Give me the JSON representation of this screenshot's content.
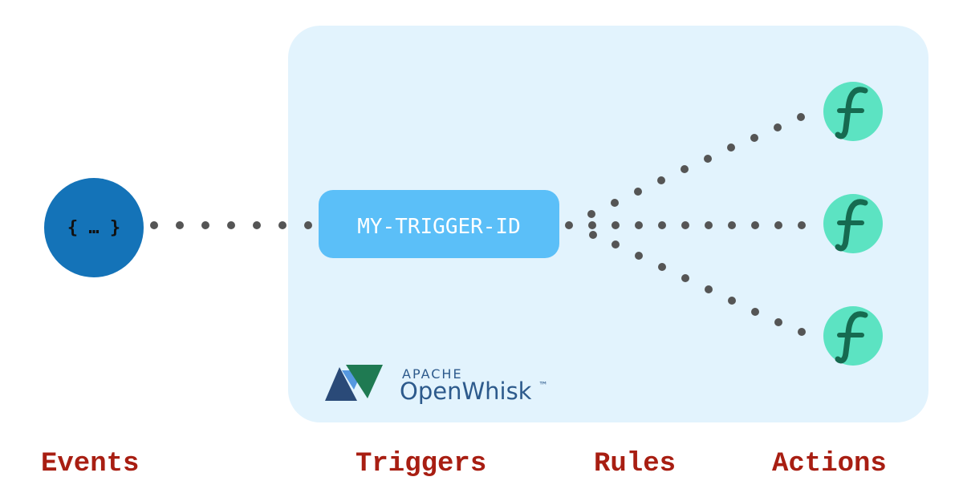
{
  "diagram": {
    "event_node": {
      "text": "{ … }"
    },
    "trigger_node": {
      "text": "MY-TRIGGER-ID"
    },
    "action_icon": "function-f-icon",
    "logo": {
      "top_line": "APACHE",
      "bottom_line": "OpenWhisk",
      "mark": "™"
    },
    "labels": {
      "events": "Events",
      "triggers": "Triggers",
      "rules": "Rules",
      "actions": "Actions"
    },
    "colors": {
      "panel": "#e2f3fd",
      "event_node": "#1473b8",
      "trigger_node": "#5bbff8",
      "action_circle": "#5ce3c2",
      "action_glyph": "#166a50",
      "connector_dots": "#555555",
      "labels": "#a81e12",
      "logo_text": "#2d5a8c"
    }
  }
}
